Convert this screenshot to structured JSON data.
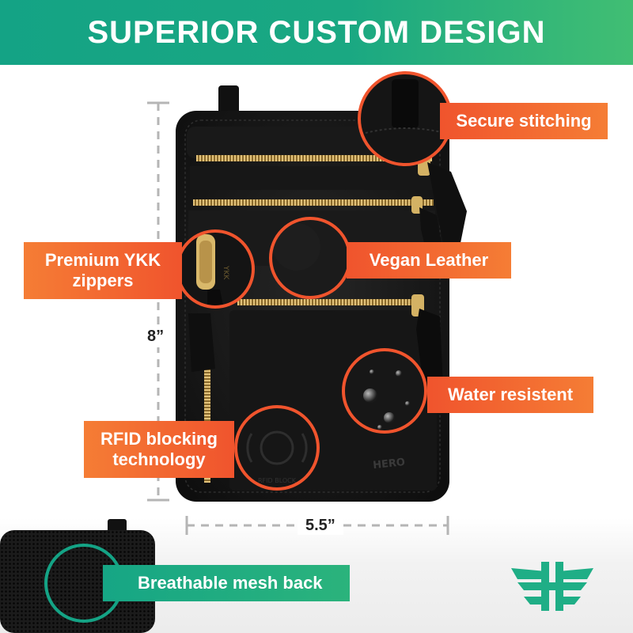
{
  "banner": {
    "title": "SUPERIOR CUSTOM DESIGN"
  },
  "callouts": {
    "secure_stitching": "Secure stitching",
    "premium_ykk_line1": "Premium YKK",
    "premium_ykk_line2": "zippers",
    "vegan_leather": "Vegan Leather",
    "water_resistent": "Water resistent",
    "rfid_line1": "RFID blocking",
    "rfid_line2": "technology",
    "mesh_back": "Breathable mesh back"
  },
  "dimensions": {
    "height": "8”",
    "width": "5.5”"
  },
  "product_markings": {
    "zipper_brand": "YKK",
    "rfid_stamp": "RFID BLOCK",
    "logo_stamp": "HERO"
  },
  "colors": {
    "banner_green": "#14a385",
    "callout_orange": "#f0542d",
    "wallet_black": "#141414",
    "zipper_gold": "#c9a45a",
    "logo_green": "#1fae86"
  }
}
